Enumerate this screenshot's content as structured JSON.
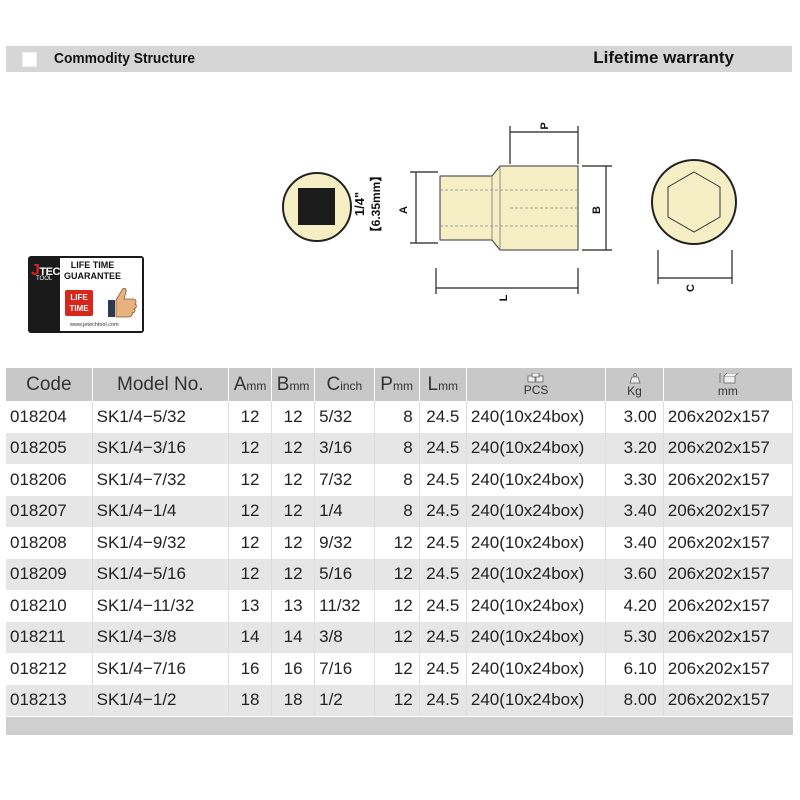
{
  "header": {
    "title": "Commodity Structure",
    "warranty": "Lifetime warranty"
  },
  "badge": {
    "brand": "TECH",
    "brand_j": "J",
    "brand_sub": "TOOL",
    "line1": "LIFE TIME",
    "line2": "GUARANTEE",
    "life_line1": "LIFE",
    "life_line2": "TIME",
    "url": "www.jetechtool.com"
  },
  "diagram": {
    "drive_label": "1/4\"",
    "drive_mm": "【6.35mm】",
    "dim_a": "A",
    "dim_b": "B",
    "dim_p": "P",
    "dim_l": "L",
    "dim_c": "C",
    "colors": {
      "body": "#f6efc6",
      "outline": "#222222"
    }
  },
  "table": {
    "headers": [
      {
        "main": "Code",
        "unit": ""
      },
      {
        "main": "Model No.",
        "unit": ""
      },
      {
        "main": "A",
        "unit": "mm"
      },
      {
        "main": "B",
        "unit": "mm"
      },
      {
        "main": "C",
        "unit": "inch"
      },
      {
        "main": "P",
        "unit": "mm"
      },
      {
        "main": "L",
        "unit": "mm"
      },
      {
        "main": "PCS",
        "unit": "",
        "icon": "carton-stack-icon"
      },
      {
        "main": "Kg",
        "unit": "",
        "icon": "weight-icon"
      },
      {
        "main": "mm",
        "unit": "",
        "icon": "box-dimension-icon"
      }
    ],
    "rows": [
      [
        "018204",
        "SK1/4−5/32",
        "12",
        "12",
        "5/32",
        "8",
        "24.5",
        "240(10x24box)",
        "3.00",
        "206x202x157"
      ],
      [
        "018205",
        "SK1/4−3/16",
        "12",
        "12",
        "3/16",
        "8",
        "24.5",
        "240(10x24box)",
        "3.20",
        "206x202x157"
      ],
      [
        "018206",
        "SK1/4−7/32",
        "12",
        "12",
        "7/32",
        "8",
        "24.5",
        "240(10x24box)",
        "3.30",
        "206x202x157"
      ],
      [
        "018207",
        "SK1/4−1/4",
        "12",
        "12",
        "1/4",
        "8",
        "24.5",
        "240(10x24box)",
        "3.40",
        "206x202x157"
      ],
      [
        "018208",
        "SK1/4−9/32",
        "12",
        "12",
        "9/32",
        "12",
        "24.5",
        "240(10x24box)",
        "3.40",
        "206x202x157"
      ],
      [
        "018209",
        "SK1/4−5/16",
        "12",
        "12",
        "5/16",
        "12",
        "24.5",
        "240(10x24box)",
        "3.60",
        "206x202x157"
      ],
      [
        "018210",
        "SK1/4−11/32",
        "13",
        "13",
        "11/32",
        "12",
        "24.5",
        "240(10x24box)",
        "4.20",
        "206x202x157"
      ],
      [
        "018211",
        "SK1/4−3/8",
        "14",
        "14",
        "3/8",
        "12",
        "24.5",
        "240(10x24box)",
        "5.30",
        "206x202x157"
      ],
      [
        "018212",
        "SK1/4−7/16",
        "16",
        "16",
        "7/16",
        "12",
        "24.5",
        "240(10x24box)",
        "6.10",
        "206x202x157"
      ],
      [
        "018213",
        "SK1/4−1/2",
        "18",
        "18",
        "1/2",
        "12",
        "24.5",
        "240(10x24box)",
        "8.00",
        "206x202x157"
      ]
    ]
  }
}
